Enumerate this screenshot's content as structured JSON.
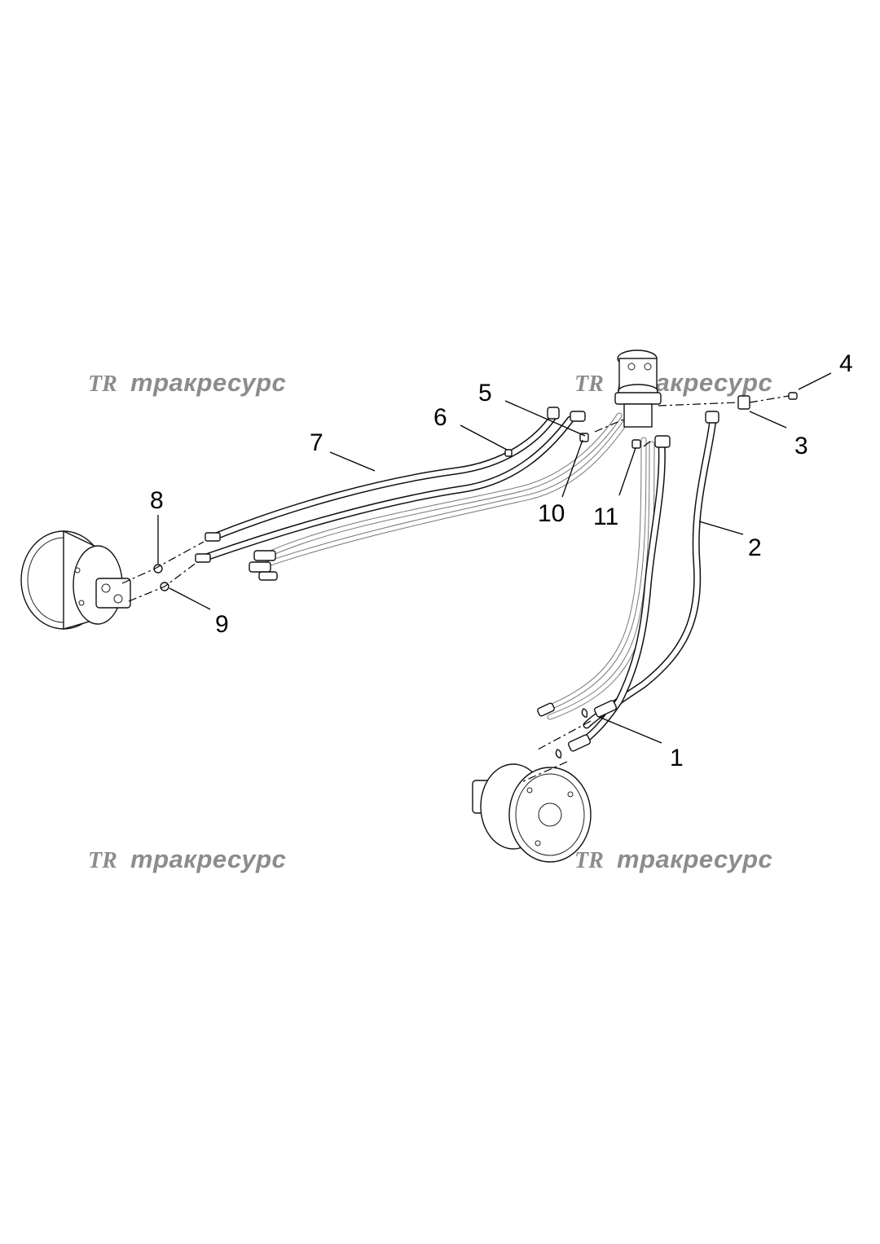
{
  "watermark": {
    "logo": "TR",
    "text": "тракресурс"
  },
  "callouts": [
    {
      "id": "1",
      "label": "1"
    },
    {
      "id": "2",
      "label": "2"
    },
    {
      "id": "3",
      "label": "3"
    },
    {
      "id": "4",
      "label": "4"
    },
    {
      "id": "5",
      "label": "5"
    },
    {
      "id": "6",
      "label": "6"
    },
    {
      "id": "7",
      "label": "7"
    },
    {
      "id": "8",
      "label": "8"
    },
    {
      "id": "9",
      "label": "9"
    },
    {
      "id": "10",
      "label": "10"
    },
    {
      "id": "11",
      "label": "11"
    }
  ]
}
